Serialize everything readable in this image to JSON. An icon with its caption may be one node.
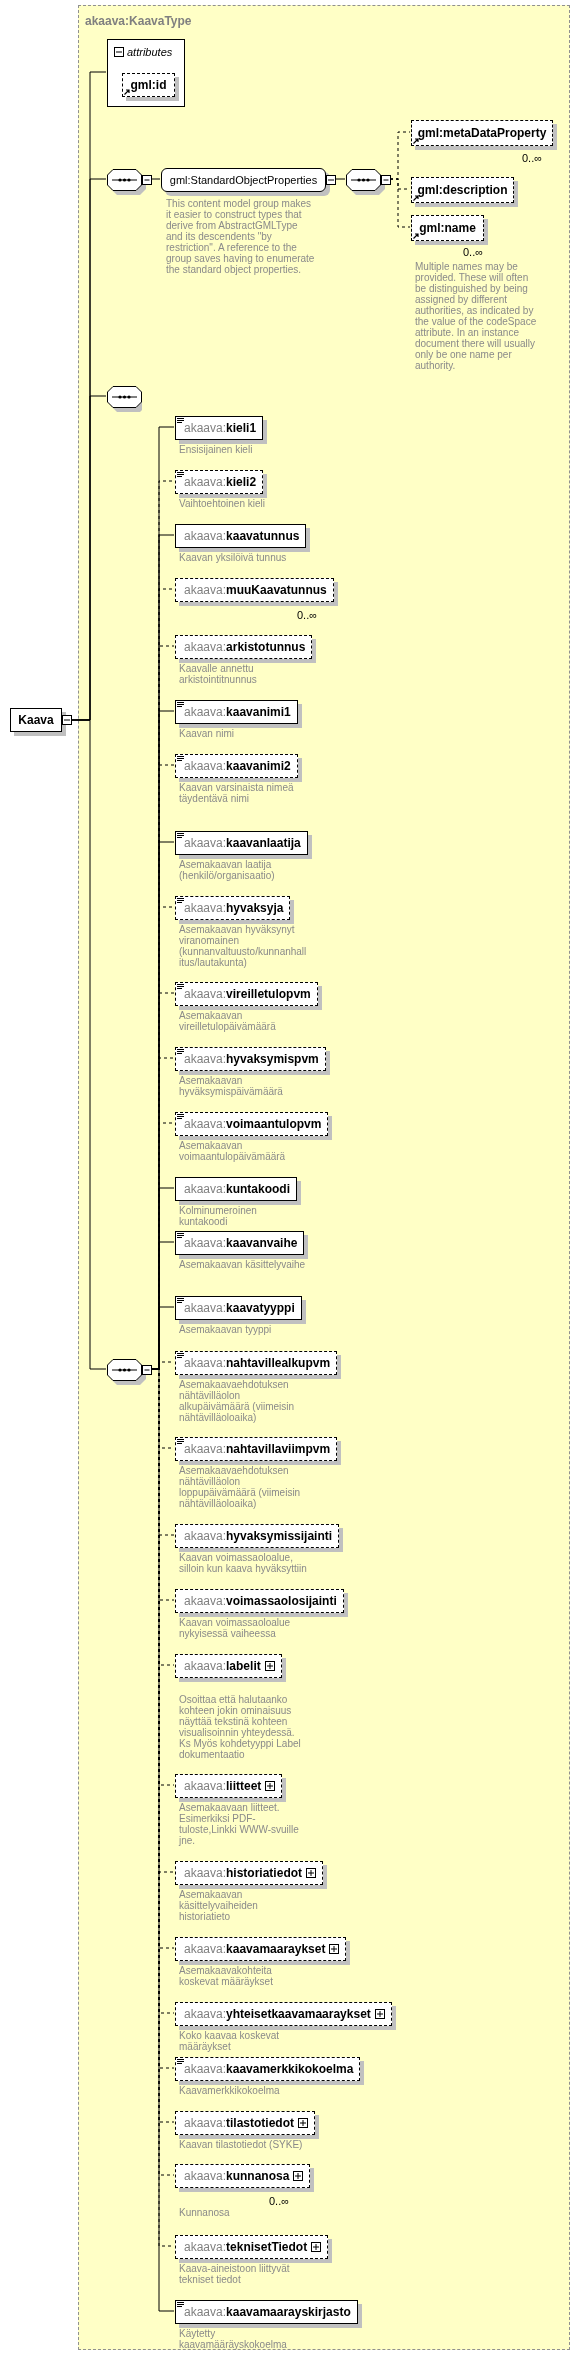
{
  "diagram": {
    "nodes": [
      {
        "text": [
          "Kaava"
        ]
      },
      {
        "text": [
          "akaava:KaavaType"
        ]
      },
      {
        "text": [
          "attributes"
        ],
        "in": 1
      },
      {
        "text": [
          "gml:id"
        ],
        "in": 2
      },
      {
        "text": [],
        "shape": "octagon",
        "in": 1
      },
      {
        "text": [
          "gml:StandardObjectProperties"
        ],
        "in": 1,
        "beside": [
          "This content model group makes it easier to construct types that derive from AbstractGMLType and its descendents \"by restriction\". A reference to the group saves having to enumerate the standard object properties."
        ]
      },
      {
        "text": [],
        "shape": "octagon",
        "in": 1
      },
      {
        "text": [
          "gml:metaDataProperty"
        ],
        "in": 1,
        "beside": [
          "0..∞"
        ]
      },
      {
        "text": [
          "gml:description"
        ],
        "in": 1
      },
      {
        "text": [
          "gml:name"
        ],
        "in": 1,
        "beside": [
          "0..∞",
          "Multiple names may be provided. These will often be distinguished by being assigned by different authorities, as indicated by the value of the codeSpace attribute. In an instance document there will usually only be one name per authority."
        ]
      },
      {
        "text": [],
        "shape": "octagon",
        "in": 1
      },
      {
        "text": [],
        "shape": "octagon",
        "in": 1
      },
      {
        "text": [
          "akaava:**kieli1**"
        ],
        "in": 1,
        "beside": [
          "Ensisijainen kieli"
        ]
      },
      {
        "text": [
          "akaava:**kieli2**"
        ],
        "in": 1,
        "beside": [
          "Vaihtoehtoinen kieli"
        ]
      },
      {
        "text": [
          "akaava:**kaavatunnus**"
        ],
        "in": 1,
        "beside": [
          "Kaavan yksilöivä tunnus"
        ]
      },
      {
        "text": [
          "akaava:**muuKaavatunnus**"
        ],
        "in": 1,
        "beside": [
          "0..∞"
        ]
      },
      {
        "text": [
          "akaava:**arkistotunnus**"
        ],
        "in": 1,
        "beside": [
          "Kaavalle annettu arkistointitnunnus"
        ]
      },
      {
        "text": [
          "akaava:**kaavanimi1**"
        ],
        "in": 1,
        "beside": [
          "Kaavan nimi"
        ]
      },
      {
        "text": [
          "akaava:**kaavanimi2**"
        ],
        "in": 1,
        "beside": [
          "Kaavan varsinaista nimeä täydentävä nimi"
        ]
      },
      {
        "text": [
          "akaava:**kaavanlaatija**"
        ],
        "in": 1,
        "beside": [
          "Asemakaavan laatija (henkilö/organisaatio)"
        ]
      },
      {
        "text": [
          "akaava:**hyvaksyja**"
        ],
        "in": 1,
        "beside": [
          "Asemakaavan hyväksynyt viranomainen (kunnanvaltuusto/kunnanhallitus/lautakunta)"
        ]
      },
      {
        "text": [
          "akaava:**vireilletulopvm**"
        ],
        "in": 1,
        "beside": [
          "Asemakaavan vireilletulopäivämäärä"
        ]
      },
      {
        "text": [
          "akaava:**hyvaksymispvm**"
        ],
        "in": 1,
        "beside": [
          "Asemakaavan hyväksymispäivämäärä"
        ]
      },
      {
        "text": [
          "akaava:**voimaantulopvm**"
        ],
        "in": 1,
        "beside": [
          "Asemakaavan voimaantulopäivämäärä"
        ]
      },
      {
        "text": [
          "akaava:**kuntakoodi**"
        ],
        "in": 1,
        "beside": [
          "Kolminumeroinen kuntakoodi"
        ]
      },
      {
        "text": [
          "akaava:**kaavanvaihe**"
        ],
        "in": 1,
        "beside": [
          "Asemakaavan käsittelyvaihe"
        ]
      },
      {
        "text": [
          "akaava:**kaavatyyppi**"
        ],
        "in": 1,
        "beside": [
          "Asemakaavan tyyppi"
        ]
      },
      {
        "text": [
          "akaava:**nahtavillealkupvm**"
        ],
        "in": 1,
        "beside": [
          "Asemakaavaehdotuksen nähtävilläolon alkupäivämäärä (viimeisin nähtävilläoloaika)"
        ]
      },
      {
        "text": [
          "akaava:**nahtavillaviimpvm**"
        ],
        "in": 1,
        "beside": [
          "Asemakaavaehdotuksen nähtävilläolon loppupäivämäärä (viimeisin nähtävilläoloaika)"
        ]
      },
      {
        "text": [
          "akaava:**hyvaksymissijainti**"
        ],
        "in": 1,
        "beside": [
          "Kaavan voimassaoloalue, silloin kun kaava hyväksyttiin"
        ]
      },
      {
        "text": [
          "akaava:**voimassaolosijainti**"
        ],
        "in": 1,
        "beside": [
          "Kaavan voimassaoloalue nykyisessä vaiheessa"
        ]
      },
      {
        "text": [
          "akaava:**labelit**"
        ],
        "in": 1,
        "beside": [
          "Osoittaa että halutaanko kohteen jokin ominaisuus näyttää tekstinä kohteen visualisoinnin yhteydessä. Ks Myös kohdetyyppi Label dokumentaatio"
        ]
      },
      {
        "text": [
          "akaava:**liitteet**"
        ],
        "in": 1,
        "beside": [
          "Asemakaavaan liitteet. Esimerkiksi PDF-tuloste,Linkki WWW-svuille jne."
        ]
      },
      {
        "text": [
          "akaava:**historiatiedot**"
        ],
        "in": 1,
        "beside": [
          "Asemakaavan käsittelyvaiheiden historiatieto"
        ]
      },
      {
        "text": [
          "akaava:**kaavamaaraykset**"
        ],
        "in": 1,
        "beside": [
          "Asemakaavakohteita koskevat määräykset"
        ]
      },
      {
        "text": [
          "akaava:**yhteisetkaavamaaraykset**"
        ],
        "in": 1,
        "beside": [
          "Koko kaavaa koskevat määräykset"
        ]
      },
      {
        "text": [
          "akaava:**kaavamerkkikokoelma**"
        ],
        "in": 1,
        "beside": [
          "Kaavamerkkikokoelma"
        ]
      },
      {
        "text": [
          "akaava:**tilastotiedot**"
        ],
        "in": 1,
        "beside": [
          "Kaavan tilastotiedot (SYKE)"
        ]
      },
      {
        "text": [
          "akaava:**kunnanosa**"
        ],
        "in": 1,
        "beside": [
          "0..∞",
          "Kunnanosa"
        ]
      },
      {
        "text": [
          "akaava:**teknisetTiedot**"
        ],
        "in": 1,
        "beside": [
          "Kaava-aineistoon liittyvät tekniset tiedot"
        ]
      },
      {
        "text": [
          "akaava:**kaavamaarayskirjasto**"
        ],
        "in": 1,
        "beside": [
          "Käytetty kaavamääräyskokoelma"
        ]
      }
    ],
    "edges": [
      {
        "from": 0,
        "to": 2,
        "arrow": "none"
      },
      {
        "from": 0,
        "to": 4,
        "arrow": "none"
      },
      {
        "from": 0,
        "to": 10,
        "arrow": "none"
      },
      {
        "from": 0,
        "to": 11,
        "arrow": "none"
      },
      {
        "from": 4,
        "to": 5,
        "arrow": "none"
      },
      {
        "from": 5,
        "to": 6,
        "arrow": "none"
      },
      {
        "from": 6,
        "to": 7,
        "arrow": "none",
        "style": "dashed"
      },
      {
        "from": 6,
        "to": 8,
        "arrow": "none",
        "style": "dashed"
      },
      {
        "from": 6,
        "to": 9,
        "arrow": "none",
        "style": "dashed"
      },
      {
        "from": 11,
        "to": 12,
        "arrow": "none"
      },
      {
        "from": 11,
        "to": 13,
        "arrow": "none",
        "style": "dashed"
      },
      {
        "from": 11,
        "to": 14,
        "arrow": "none"
      },
      {
        "from": 11,
        "to": 15,
        "arrow": "none",
        "style": "dashed"
      },
      {
        "from": 11,
        "to": 16,
        "arrow": "none",
        "style": "dashed"
      },
      {
        "from": 11,
        "to": 17,
        "arrow": "none"
      },
      {
        "from": 11,
        "to": 18,
        "arrow": "none",
        "style": "dashed"
      },
      {
        "from": 11,
        "to": 19,
        "arrow": "none"
      },
      {
        "from": 11,
        "to": 20,
        "arrow": "none",
        "style": "dashed"
      },
      {
        "from": 11,
        "to": 21,
        "arrow": "none",
        "style": "dashed"
      },
      {
        "from": 11,
        "to": 22,
        "arrow": "none",
        "style": "dashed"
      },
      {
        "from": 11,
        "to": 23,
        "arrow": "none",
        "style": "dashed"
      },
      {
        "from": 11,
        "to": 24,
        "arrow": "none"
      },
      {
        "from": 11,
        "to": 25,
        "arrow": "none"
      },
      {
        "from": 11,
        "to": 26,
        "arrow": "none"
      },
      {
        "from": 11,
        "to": 27,
        "arrow": "none",
        "style": "dashed"
      },
      {
        "from": 11,
        "to": 28,
        "arrow": "none",
        "style": "dashed"
      },
      {
        "from": 11,
        "to": 29,
        "arrow": "none",
        "style": "dashed"
      },
      {
        "from": 11,
        "to": 30,
        "arrow": "none",
        "style": "dashed"
      },
      {
        "from": 11,
        "to": 31,
        "arrow": "none",
        "style": "dashed"
      },
      {
        "from": 11,
        "to": 32,
        "arrow": "none",
        "style": "dashed"
      },
      {
        "from": 11,
        "to": 33,
        "arrow": "none",
        "style": "dashed"
      },
      {
        "from": 11,
        "to": 34,
        "arrow": "none",
        "style": "dashed"
      },
      {
        "from": 11,
        "to": 35,
        "arrow": "none",
        "style": "dashed"
      },
      {
        "from": 11,
        "to": 36,
        "arrow": "none",
        "style": "dashed"
      },
      {
        "from": 11,
        "to": 37,
        "arrow": "none",
        "style": "dashed"
      },
      {
        "from": 11,
        "to": 38,
        "arrow": "none",
        "style": "dashed"
      },
      {
        "from": 11,
        "to": 39,
        "arrow": "none",
        "style": "dashed"
      },
      {
        "from": 11,
        "to": 40,
        "arrow": "none"
      }
    ]
  }
}
